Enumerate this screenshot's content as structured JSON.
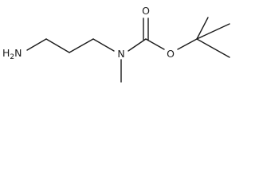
{
  "molecule": {
    "atoms": {
      "amine": {
        "element": "H",
        "subscript": "2",
        "heteroatom": "N"
      },
      "amide_nitrogen": {
        "symbol": "N"
      },
      "carbonyl_oxygen": {
        "symbol": "O"
      },
      "ester_oxygen": {
        "symbol": "O"
      }
    }
  },
  "colors": {
    "bond": "#1a1a1a",
    "label": "#1a1a1a",
    "background": "#ffffff"
  }
}
